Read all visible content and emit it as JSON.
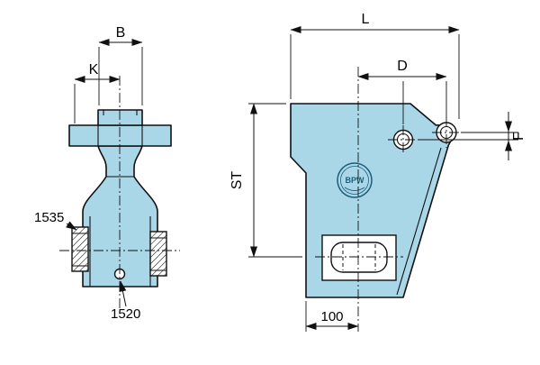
{
  "drawing": {
    "labels": {
      "dim_b": "B",
      "dim_k": "K",
      "dim_l": "L",
      "dim_d": "D",
      "dim_f": "F",
      "dim_st": "ST",
      "dim_width_100": "100",
      "part_bush_upper": "1535",
      "part_bush_lower": "1520",
      "emblem": "BPW"
    },
    "colors": {
      "body_fill": "#a9d7e8",
      "outline": "#111111",
      "background": "#ffffff"
    }
  }
}
